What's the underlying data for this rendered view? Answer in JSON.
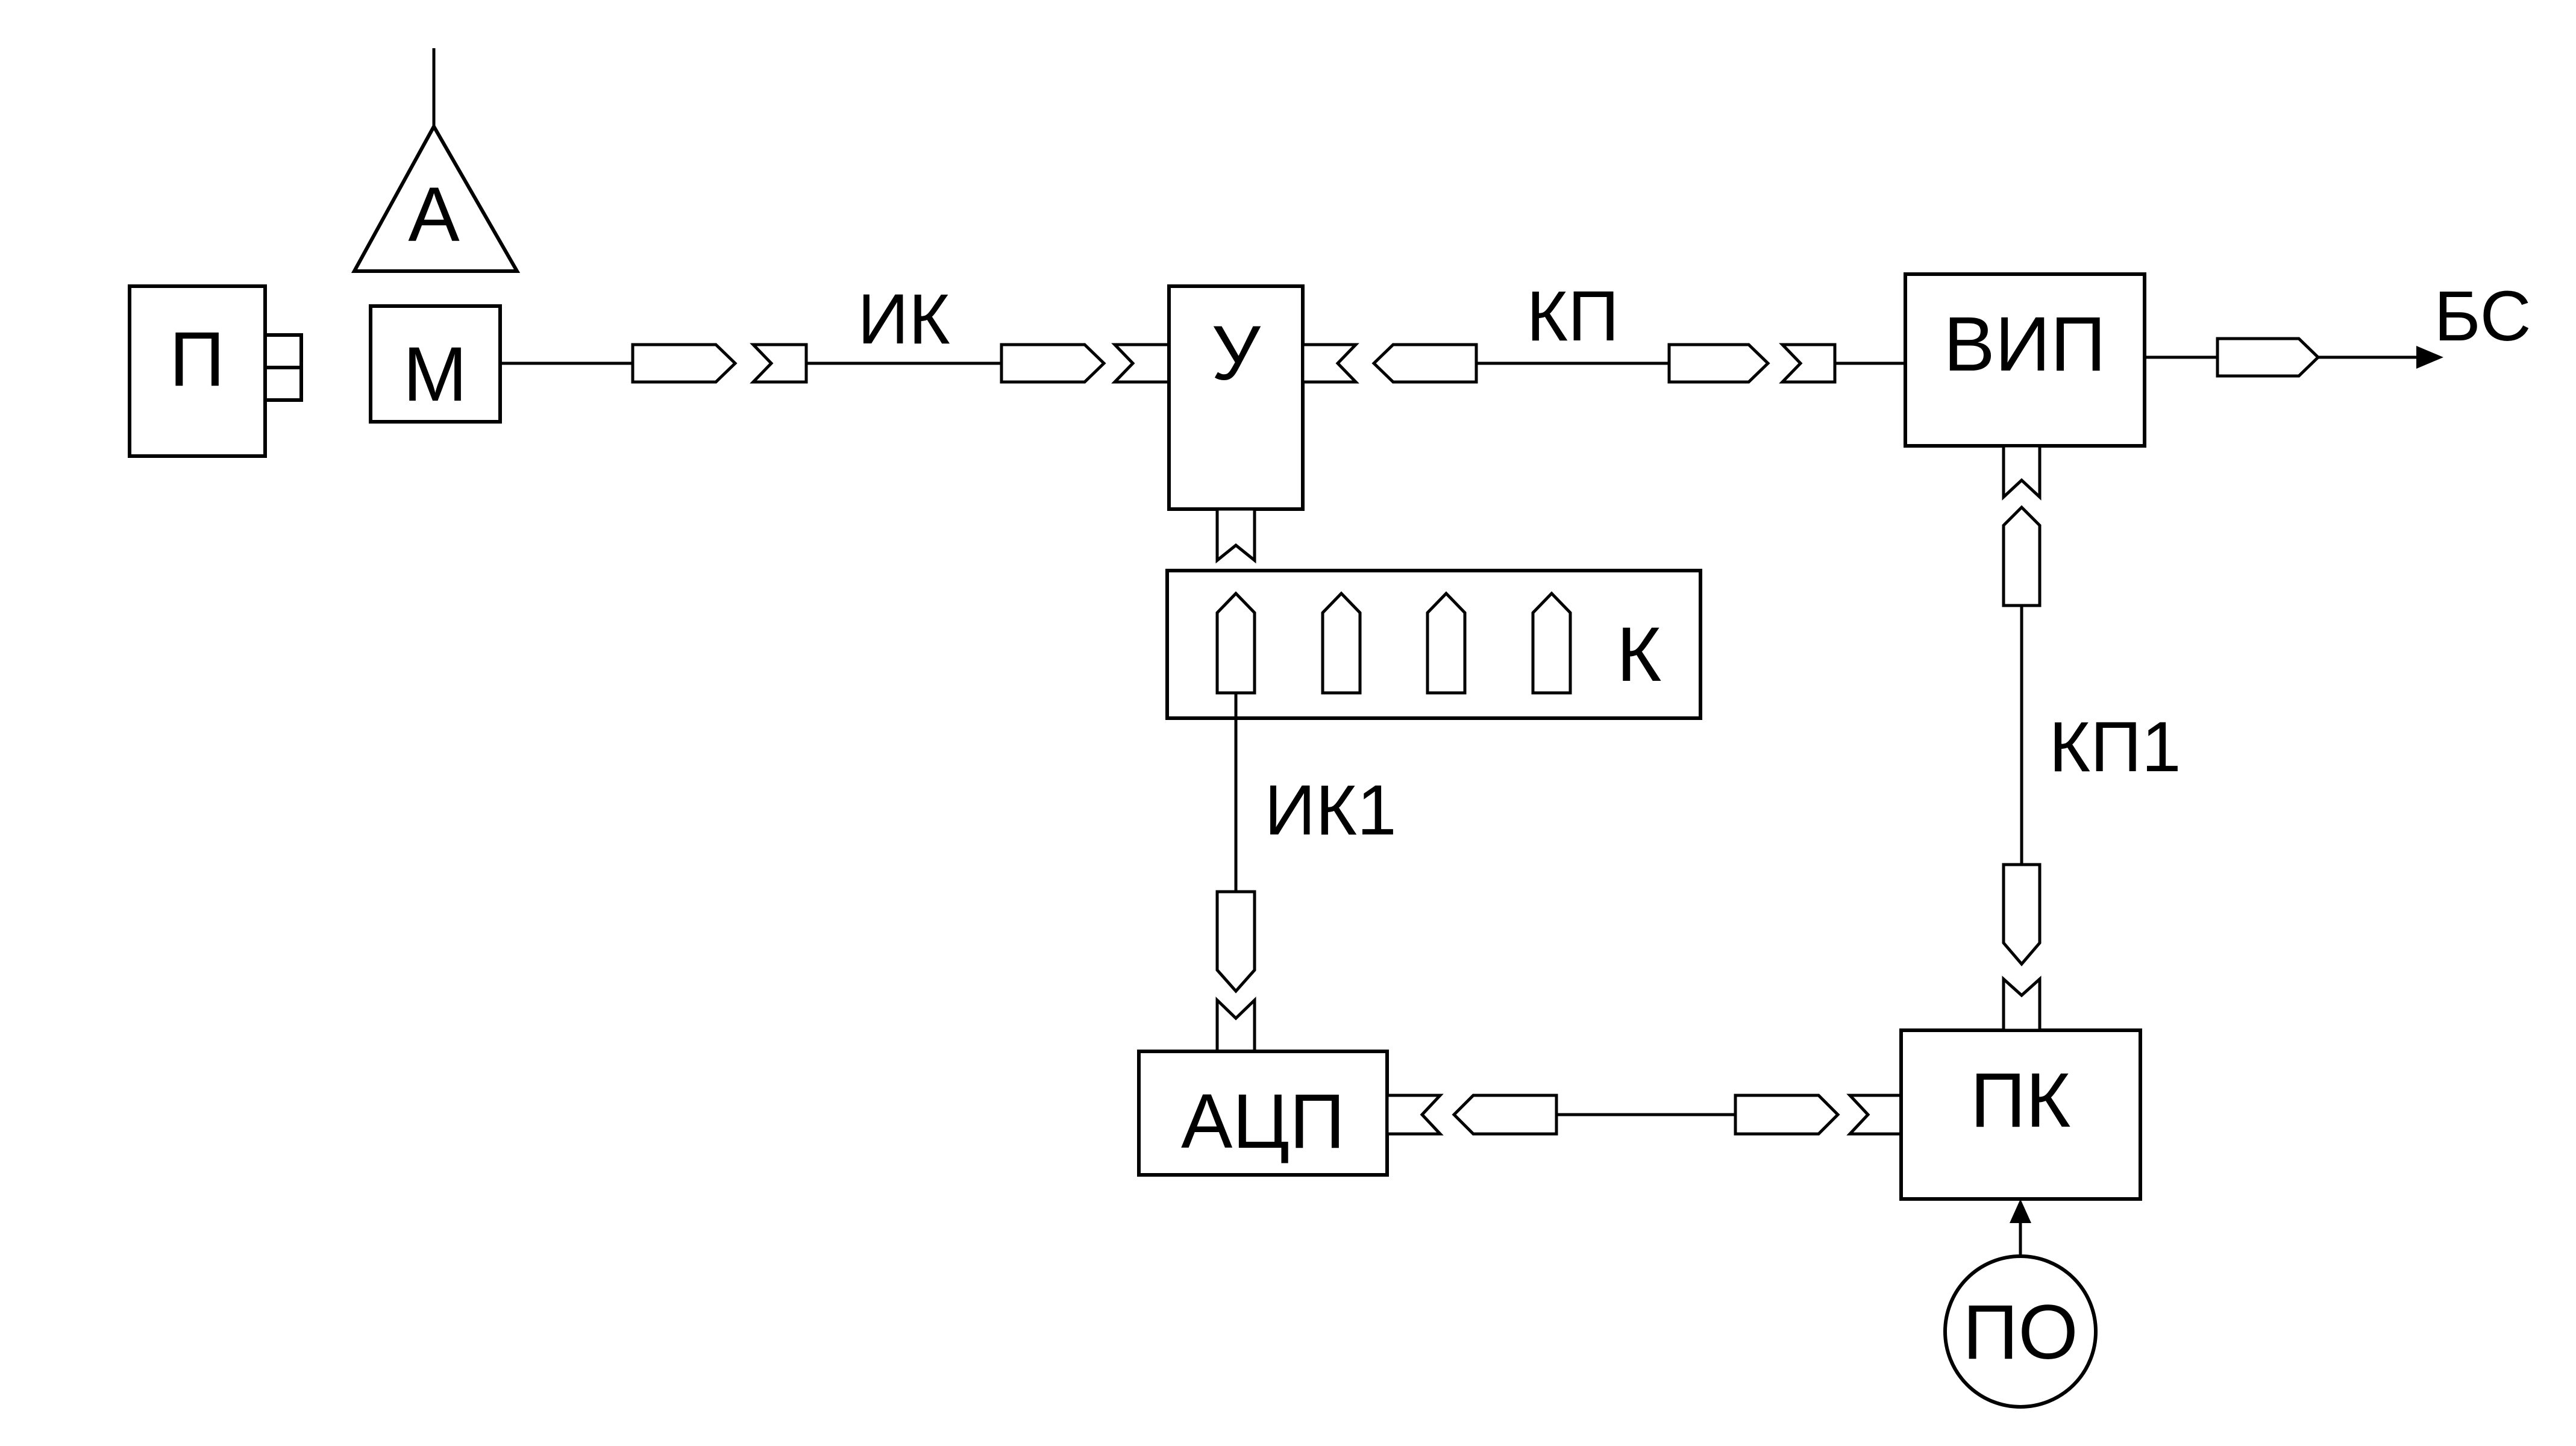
{
  "blocks": {
    "p": "П",
    "m": "М",
    "a": "А",
    "u": "У",
    "vip": "ВИП",
    "k": "К",
    "adc": "АЦП",
    "pk": "ПК",
    "po": "ПО"
  },
  "links": {
    "ik": "ИК",
    "kp": "КП",
    "bs": "БС",
    "ik1": "ИК1",
    "kp1": "КП1"
  }
}
